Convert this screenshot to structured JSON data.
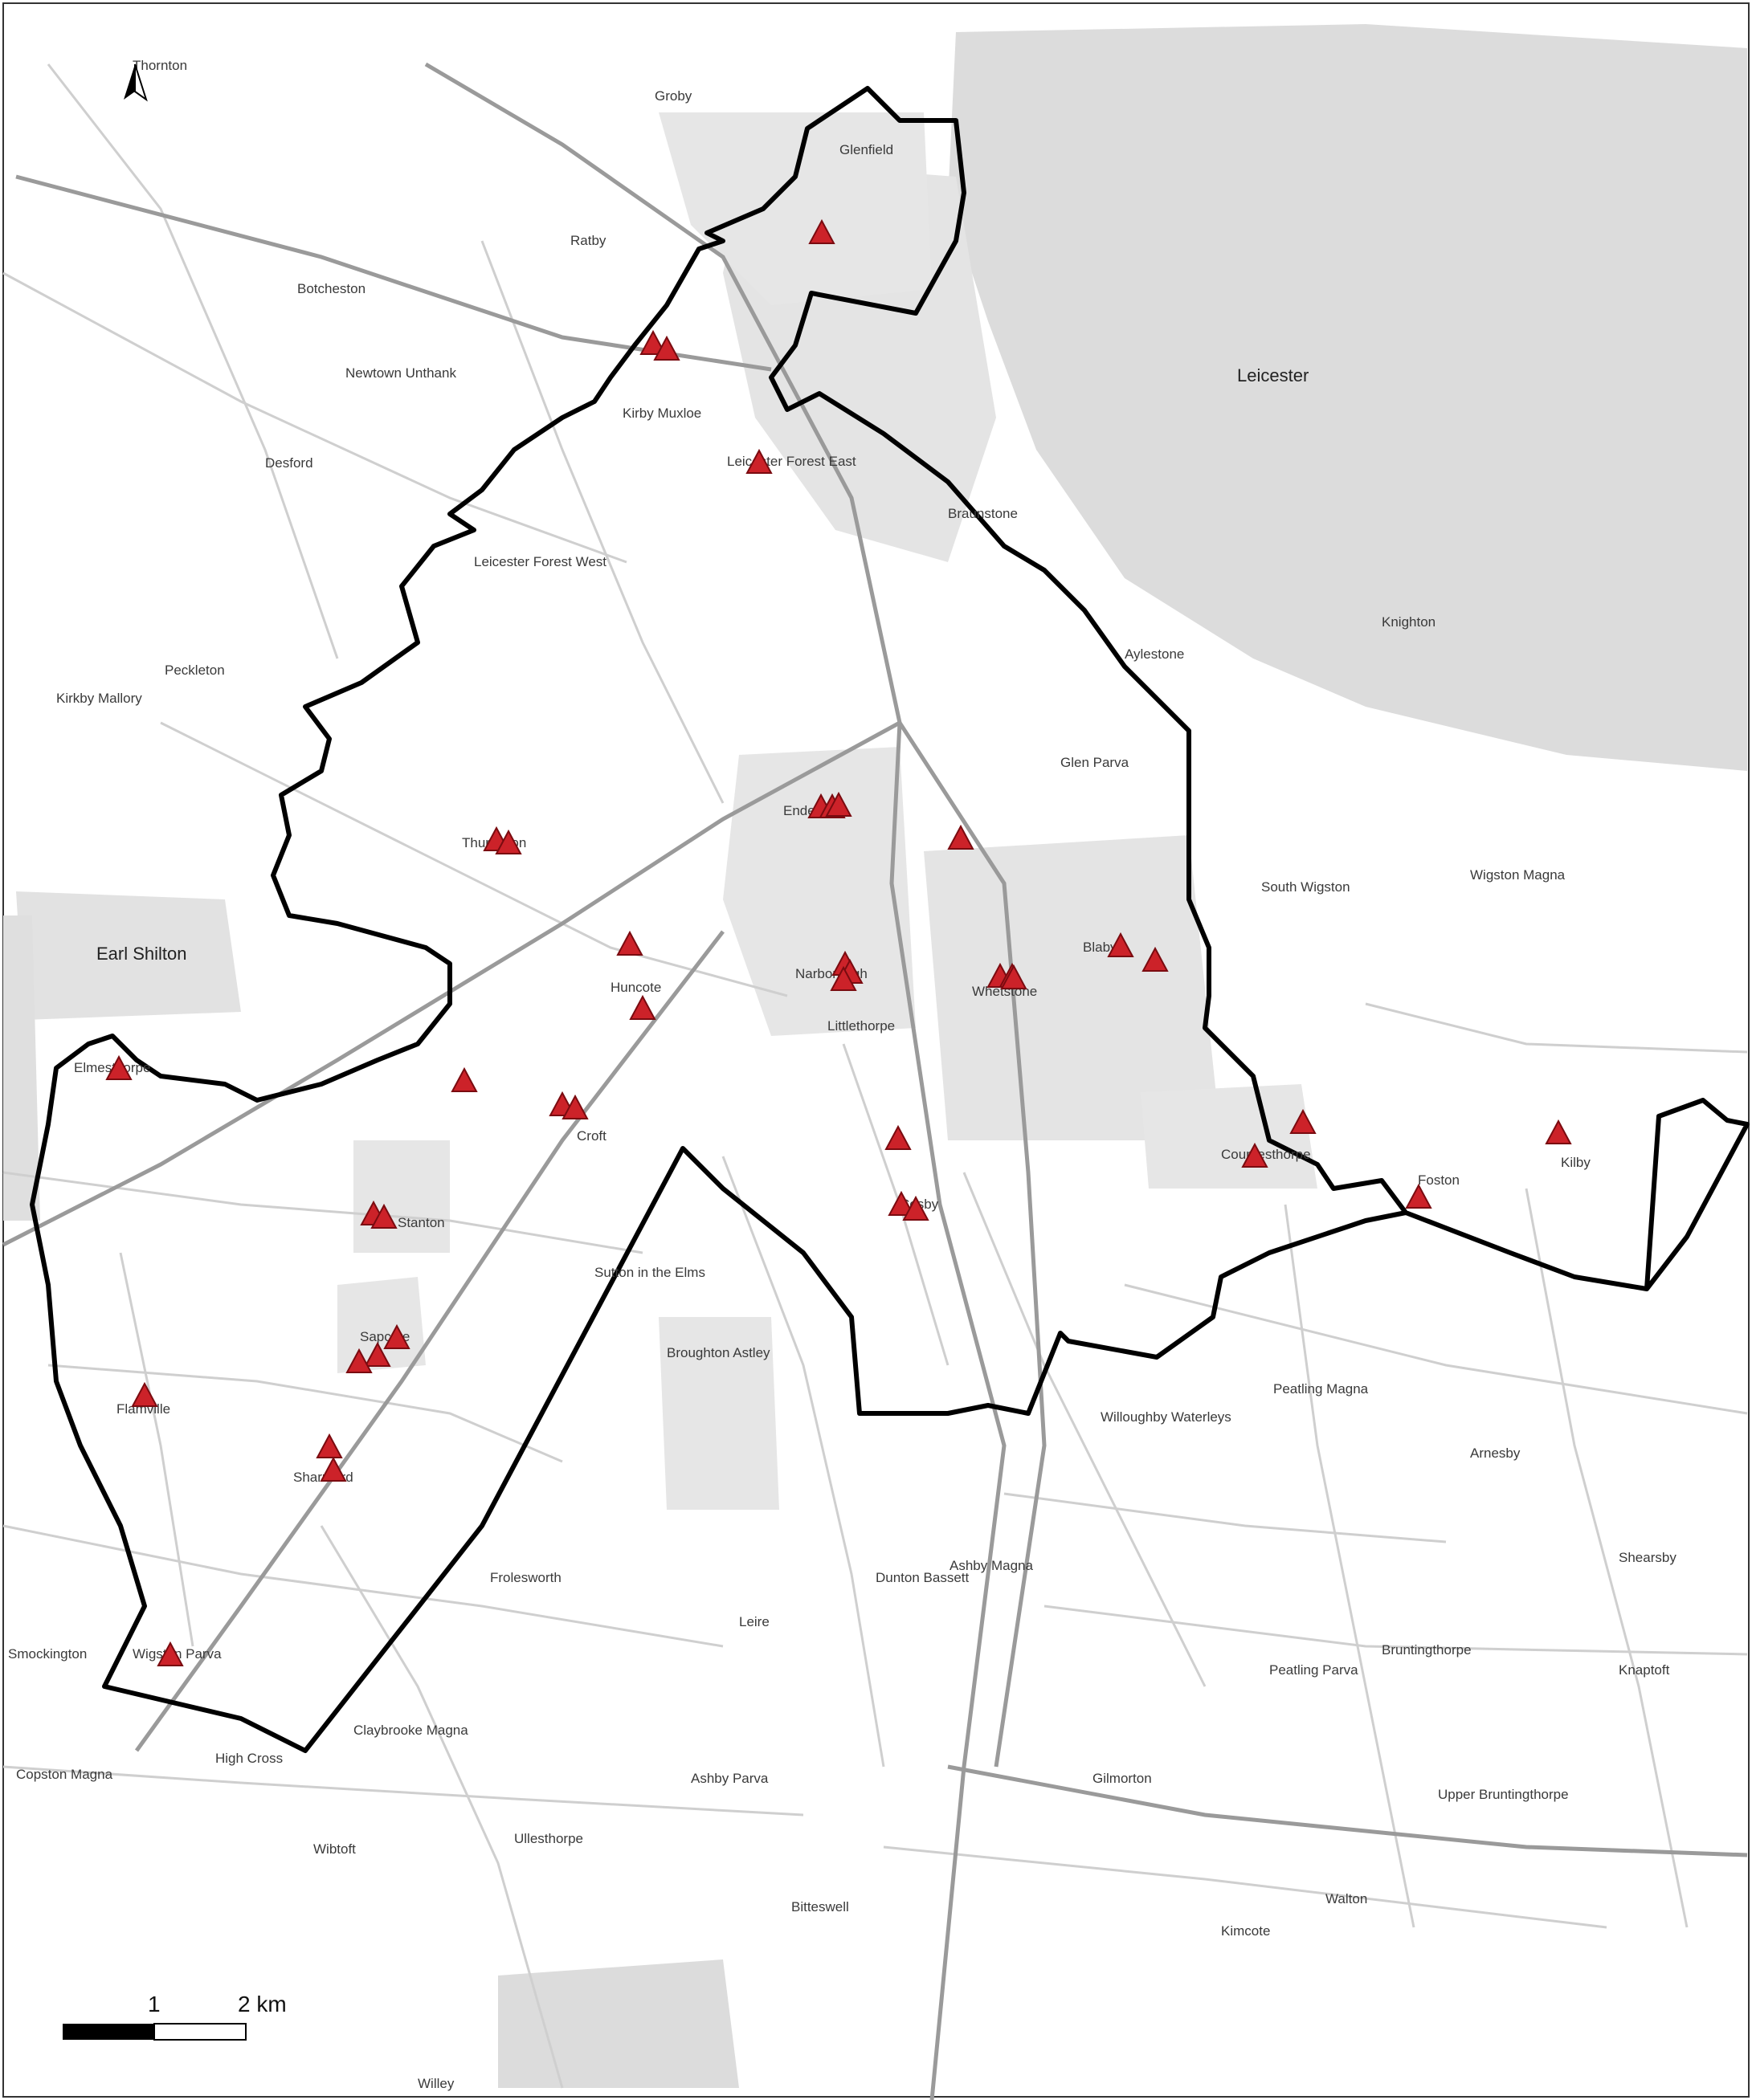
{
  "map": {
    "north_arrow": {
      "icon": "north-arrow-icon"
    },
    "scale_bar": {
      "labels": [
        "1",
        "2 km"
      ]
    },
    "colors": {
      "boundary": "#000000",
      "marker_fill": "#cc2229",
      "marker_stroke": "#7a0b10",
      "major_road": "#9a9a9a",
      "minor_road": "#cfcfcf",
      "urban": "#d9d9d9"
    },
    "labels": {
      "leicester": "Leicester",
      "earl_shilton": "Earl Shilton",
      "thornton": "Thornton",
      "groby": "Groby",
      "glenfield": "Glenfield",
      "ratby": "Ratby",
      "botcheston": "Botcheston",
      "newtown_unthank": "Newtown Unthank",
      "kirby_muxloe": "Kirby Muxloe",
      "leicester_forest_east": "Leicester Forest East",
      "leicester_forest_west": "Leicester Forest West",
      "desford": "Desford",
      "peckleton": "Peckleton",
      "kirkby_mallory": "Kirkby Mallory",
      "thurlaston": "Thurlaston",
      "enderby": "Enderby",
      "narborough": "Narborough",
      "littlethorpe": "Littlethorpe",
      "huncote": "Huncote",
      "whetstone": "Whetstone",
      "blaby": "Blaby",
      "glen_parva": "Glen Parva",
      "countesthorpe": "Countesthorpe",
      "foston": "Foston",
      "kilby": "Kilby",
      "croft": "Croft",
      "stoney_stanton": "Stanton",
      "sapcote": "Sapcote",
      "sharnford": "Sharnford",
      "aston_flamville": "Flamville",
      "wigston_parva": "Wigston Parva",
      "elmesthorpe": "Elmesthorpe",
      "broughton_astley": "Broughton Astley",
      "sutton_in_the_elms": "Sutton in the Elms",
      "cosby": "Cosby",
      "willoughby_waterleys": "Willoughby Waterleys",
      "peatling_magna": "Peatling Magna",
      "arnesby": "Arnesby",
      "shearsby": "Shearsby",
      "dunton_bassett": "Dunton Bassett",
      "ashby_magna": "Ashby Magna",
      "leire": "Leire",
      "frolesworth": "Frolesworth",
      "claybrooke_magna": "Claybrooke Magna",
      "smockington": "Smockington",
      "copston_magna": "Copston Magna",
      "ashby_parva": "Ashby Parva",
      "ullesthorpe": "Ullesthorpe",
      "bitteswell": "Bitteswell",
      "gilmorton": "Gilmorton",
      "kimcote": "Kimcote",
      "walton": "Walton",
      "peatling_parva": "Peatling Parva",
      "bruntingthorpe": "Bruntingthorpe",
      "upper_bruntingthorpe": "Upper Bruntingthorpe",
      "knaptoft": "Knaptoft",
      "wibtoft": "Wibtoft",
      "willey": "Willey",
      "high_cross": "High Cross",
      "south_wigston": "South Wigston",
      "aylestone": "Aylestone",
      "braunstone": "Braunstone",
      "wigston_magna": "Wigston Magna",
      "knighton": "Knighton"
    },
    "markers": [
      {
        "site": "Glenfield"
      },
      {
        "site": "Kirby Muxloe 1"
      },
      {
        "site": "Kirby Muxloe 2"
      },
      {
        "site": "Leicester Forest East"
      },
      {
        "site": "Enderby 1"
      },
      {
        "site": "Enderby 2"
      },
      {
        "site": "Enderby 3"
      },
      {
        "site": "Glen Parva"
      },
      {
        "site": "Thurlaston 1"
      },
      {
        "site": "Thurlaston 2"
      },
      {
        "site": "Huncote 1"
      },
      {
        "site": "Huncote 2"
      },
      {
        "site": "Narborough 1"
      },
      {
        "site": "Narborough 2"
      },
      {
        "site": "Narborough 3"
      },
      {
        "site": "Whetstone 1"
      },
      {
        "site": "Whetstone 2"
      },
      {
        "site": "Whetstone 3"
      },
      {
        "site": "Blaby 1"
      },
      {
        "site": "Blaby 2"
      },
      {
        "site": "Elmesthorpe"
      },
      {
        "site": "Croft 1"
      },
      {
        "site": "Croft 2"
      },
      {
        "site": "Croft west"
      },
      {
        "site": "Cosby 1"
      },
      {
        "site": "Cosby 2"
      },
      {
        "site": "Cosby 3"
      },
      {
        "site": "Countesthorpe 1"
      },
      {
        "site": "Countesthorpe 2"
      },
      {
        "site": "Foston"
      },
      {
        "site": "Kilby"
      },
      {
        "site": "Stoney Stanton 1"
      },
      {
        "site": "Stoney Stanton 2"
      },
      {
        "site": "Sapcote 1"
      },
      {
        "site": "Sapcote 2"
      },
      {
        "site": "Sapcote 3"
      },
      {
        "site": "Aston Flamville"
      },
      {
        "site": "Sharnford 1"
      },
      {
        "site": "Sharnford 2"
      },
      {
        "site": "Wigston Parva"
      }
    ]
  }
}
